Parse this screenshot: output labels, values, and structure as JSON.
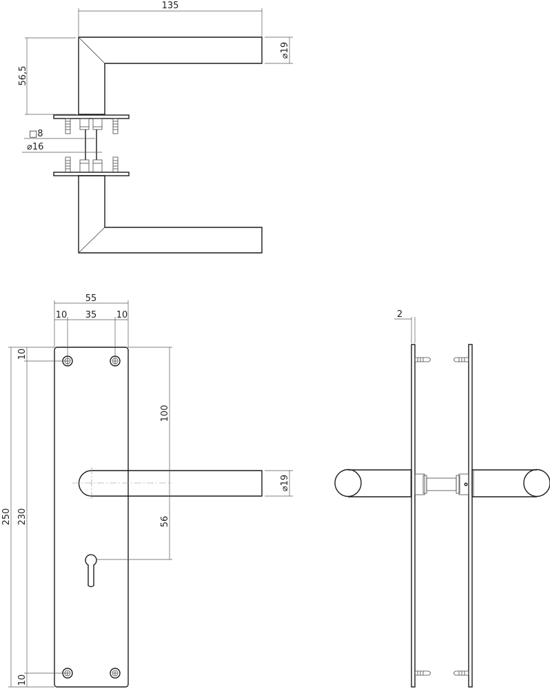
{
  "drawing": {
    "type": "technical-drawing",
    "subject": "door handle on backplate with keyhole",
    "units": "mm"
  },
  "views": {
    "top": {
      "name": "top view - rosette handles",
      "dims": {
        "length": "135",
        "height": "56,5",
        "diameter_lever": "19",
        "spindle_square": "8",
        "rosette_diameter": "16"
      }
    },
    "front": {
      "name": "front view - backplate",
      "dims": {
        "plate_width": "55",
        "hole_edge_left": "10",
        "hole_spacing": "35",
        "hole_edge_right": "10",
        "plate_height": "250",
        "hole_vertical_spacing": "230",
        "hole_top_offset": "10",
        "hole_bottom_offset": "10",
        "lever_to_top": "100",
        "lever_to_keyhole": "56",
        "lever_diameter": "19"
      }
    },
    "side": {
      "name": "side view - assembly",
      "dims": {
        "plate_thickness": "2"
      }
    }
  },
  "symbols": {
    "diameter": "⌀",
    "square": "□"
  }
}
